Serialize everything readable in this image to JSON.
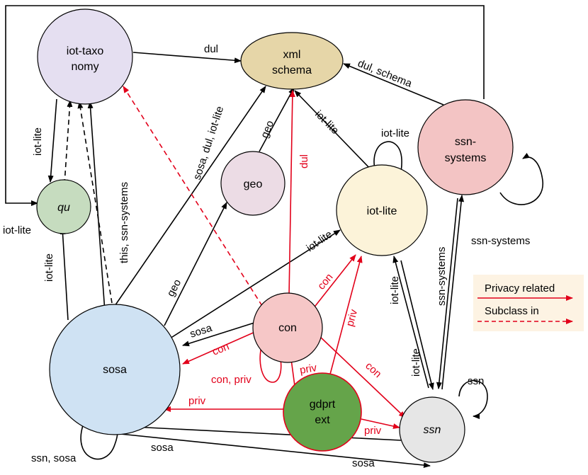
{
  "colors": {
    "black_edge": "#000000",
    "red_edge": "#e2001a",
    "legend_bg": "#fdf3e3"
  },
  "nodes": {
    "iot_taxonomy": {
      "line1": "iot-taxo",
      "line2": "nomy",
      "fill": "#e5dff1"
    },
    "xml_schema": {
      "line1": "xml",
      "line2": "schema",
      "fill": "#e6d6a8"
    },
    "ssn_systems": {
      "line1": "ssn-",
      "line2": "systems",
      "fill": "#f3c4c4"
    },
    "qu": {
      "label": "qu",
      "fill": "#c6dcbf"
    },
    "geo": {
      "label": "geo",
      "fill": "#ecdce5"
    },
    "iot_lite": {
      "label": "iot-lite",
      "fill": "#fcf3d9"
    },
    "sosa": {
      "label": "sosa",
      "fill": "#cfe2f3"
    },
    "con": {
      "label": "con",
      "fill": "#f6c7c7"
    },
    "gdprtext": {
      "line1": "gdprt",
      "line2": "ext",
      "fill": "#65a44a"
    },
    "ssn": {
      "label": "ssn",
      "fill": "#e6e6e6"
    }
  },
  "edge_labels": {
    "taxo_xml": "dul",
    "ssnsys_xml": "dul, schema",
    "taxo_qu": "iot-lite",
    "qu_self": "iot-lite",
    "sosa_qu": "iot-lite",
    "sosa_taxo": "this, ssn-systems",
    "sosa_xml": "sosa, dul, iot-lite",
    "geo_xml": "geo",
    "sosa_geo": "geo",
    "iotlite_xml": "iot-lite",
    "con_xml": "dul",
    "iotlite_self": "iot-lite",
    "ssnsys_self": "ssn-systems",
    "sosa_iotlite": "iot-lite",
    "con_sosa_black": "sosa",
    "con_iotlite": "con",
    "gdpr_iotlite": "priv",
    "con_sosa_red": "con",
    "con_self": "con, priv",
    "gdpr_con": "priv",
    "con_ssn": "con",
    "gdpr_sosa": "priv",
    "gdpr_ssn": "priv",
    "ssn_iotlite": "iot-lite",
    "ssn_ssnsys": "ssn-systems",
    "ssn_iotlite2": "iot-lite",
    "ssn_self": "ssn",
    "sosa_self": "ssn, sosa",
    "sosa_ssn_top": "sosa",
    "sosa_ssn_bottom": "sosa"
  },
  "legend": {
    "privacy": "Privacy related",
    "subclass": "Subclass in"
  }
}
